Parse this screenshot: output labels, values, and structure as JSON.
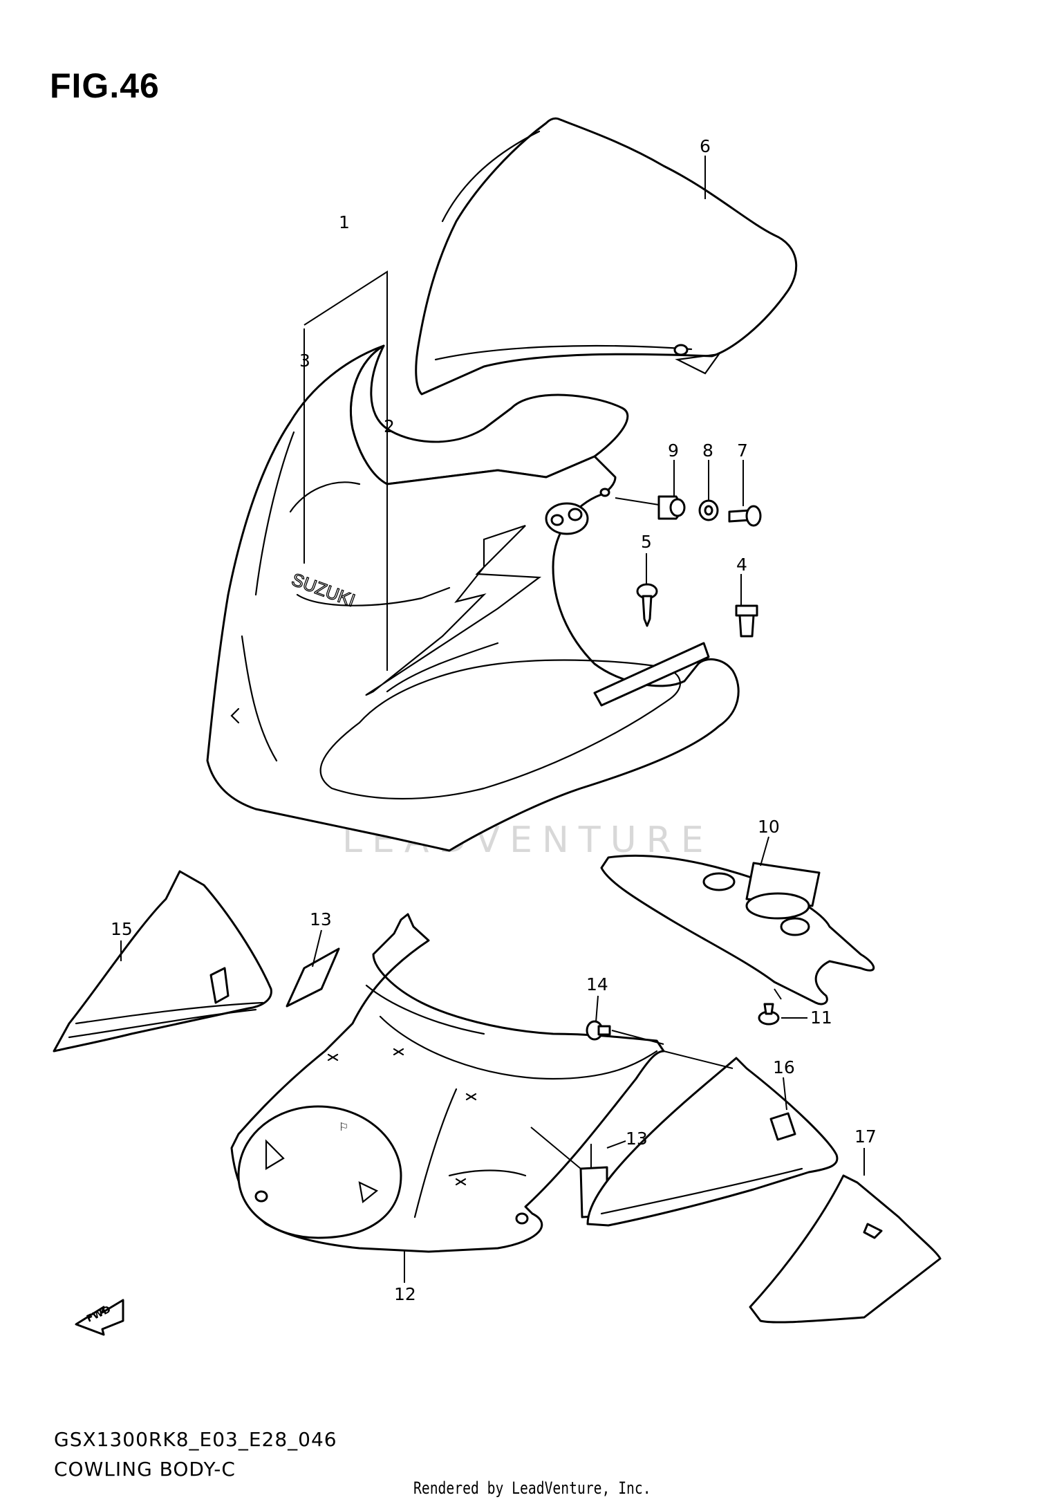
{
  "figure": {
    "title": "FIG.46",
    "model_code": "GSX1300RK8_E03_E28_046",
    "section_name": "COWLING BODY-C",
    "footer": "Rendered by LeadVenture, Inc.",
    "watermark": "LEADVENTURE",
    "emblem_text": "SUZUKI",
    "fwd_label": "FWD"
  },
  "callouts": [
    {
      "id": "1",
      "part": "upper-cowling-assembly"
    },
    {
      "id": "2",
      "part": "upper-cowling-body"
    },
    {
      "id": "3",
      "part": "suzuki-emblem"
    },
    {
      "id": "4",
      "part": "screw"
    },
    {
      "id": "5",
      "part": "screw"
    },
    {
      "id": "6",
      "part": "windscreen"
    },
    {
      "id": "7",
      "part": "screw"
    },
    {
      "id": "8",
      "part": "washer"
    },
    {
      "id": "9",
      "part": "nut"
    },
    {
      "id": "10",
      "part": "inner-cover"
    },
    {
      "id": "11",
      "part": "screw"
    },
    {
      "id": "12",
      "part": "under-cowling"
    },
    {
      "id": "13",
      "part": "cushion"
    },
    {
      "id": "13b",
      "part": "cushion"
    },
    {
      "id": "14",
      "part": "screw"
    },
    {
      "id": "15",
      "part": "side-panel"
    },
    {
      "id": "16",
      "part": "side-panel"
    },
    {
      "id": "17",
      "part": "cushion"
    }
  ],
  "labels": {
    "c1": "1",
    "c2": "2",
    "c3": "3",
    "c4": "4",
    "c5": "5",
    "c6": "6",
    "c7": "7",
    "c8": "8",
    "c9": "9",
    "c10": "10",
    "c11": "11",
    "c12": "12",
    "c13a": "13",
    "c13b": "13",
    "c14": "14",
    "c15": "15",
    "c16": "16",
    "c17": "17"
  }
}
